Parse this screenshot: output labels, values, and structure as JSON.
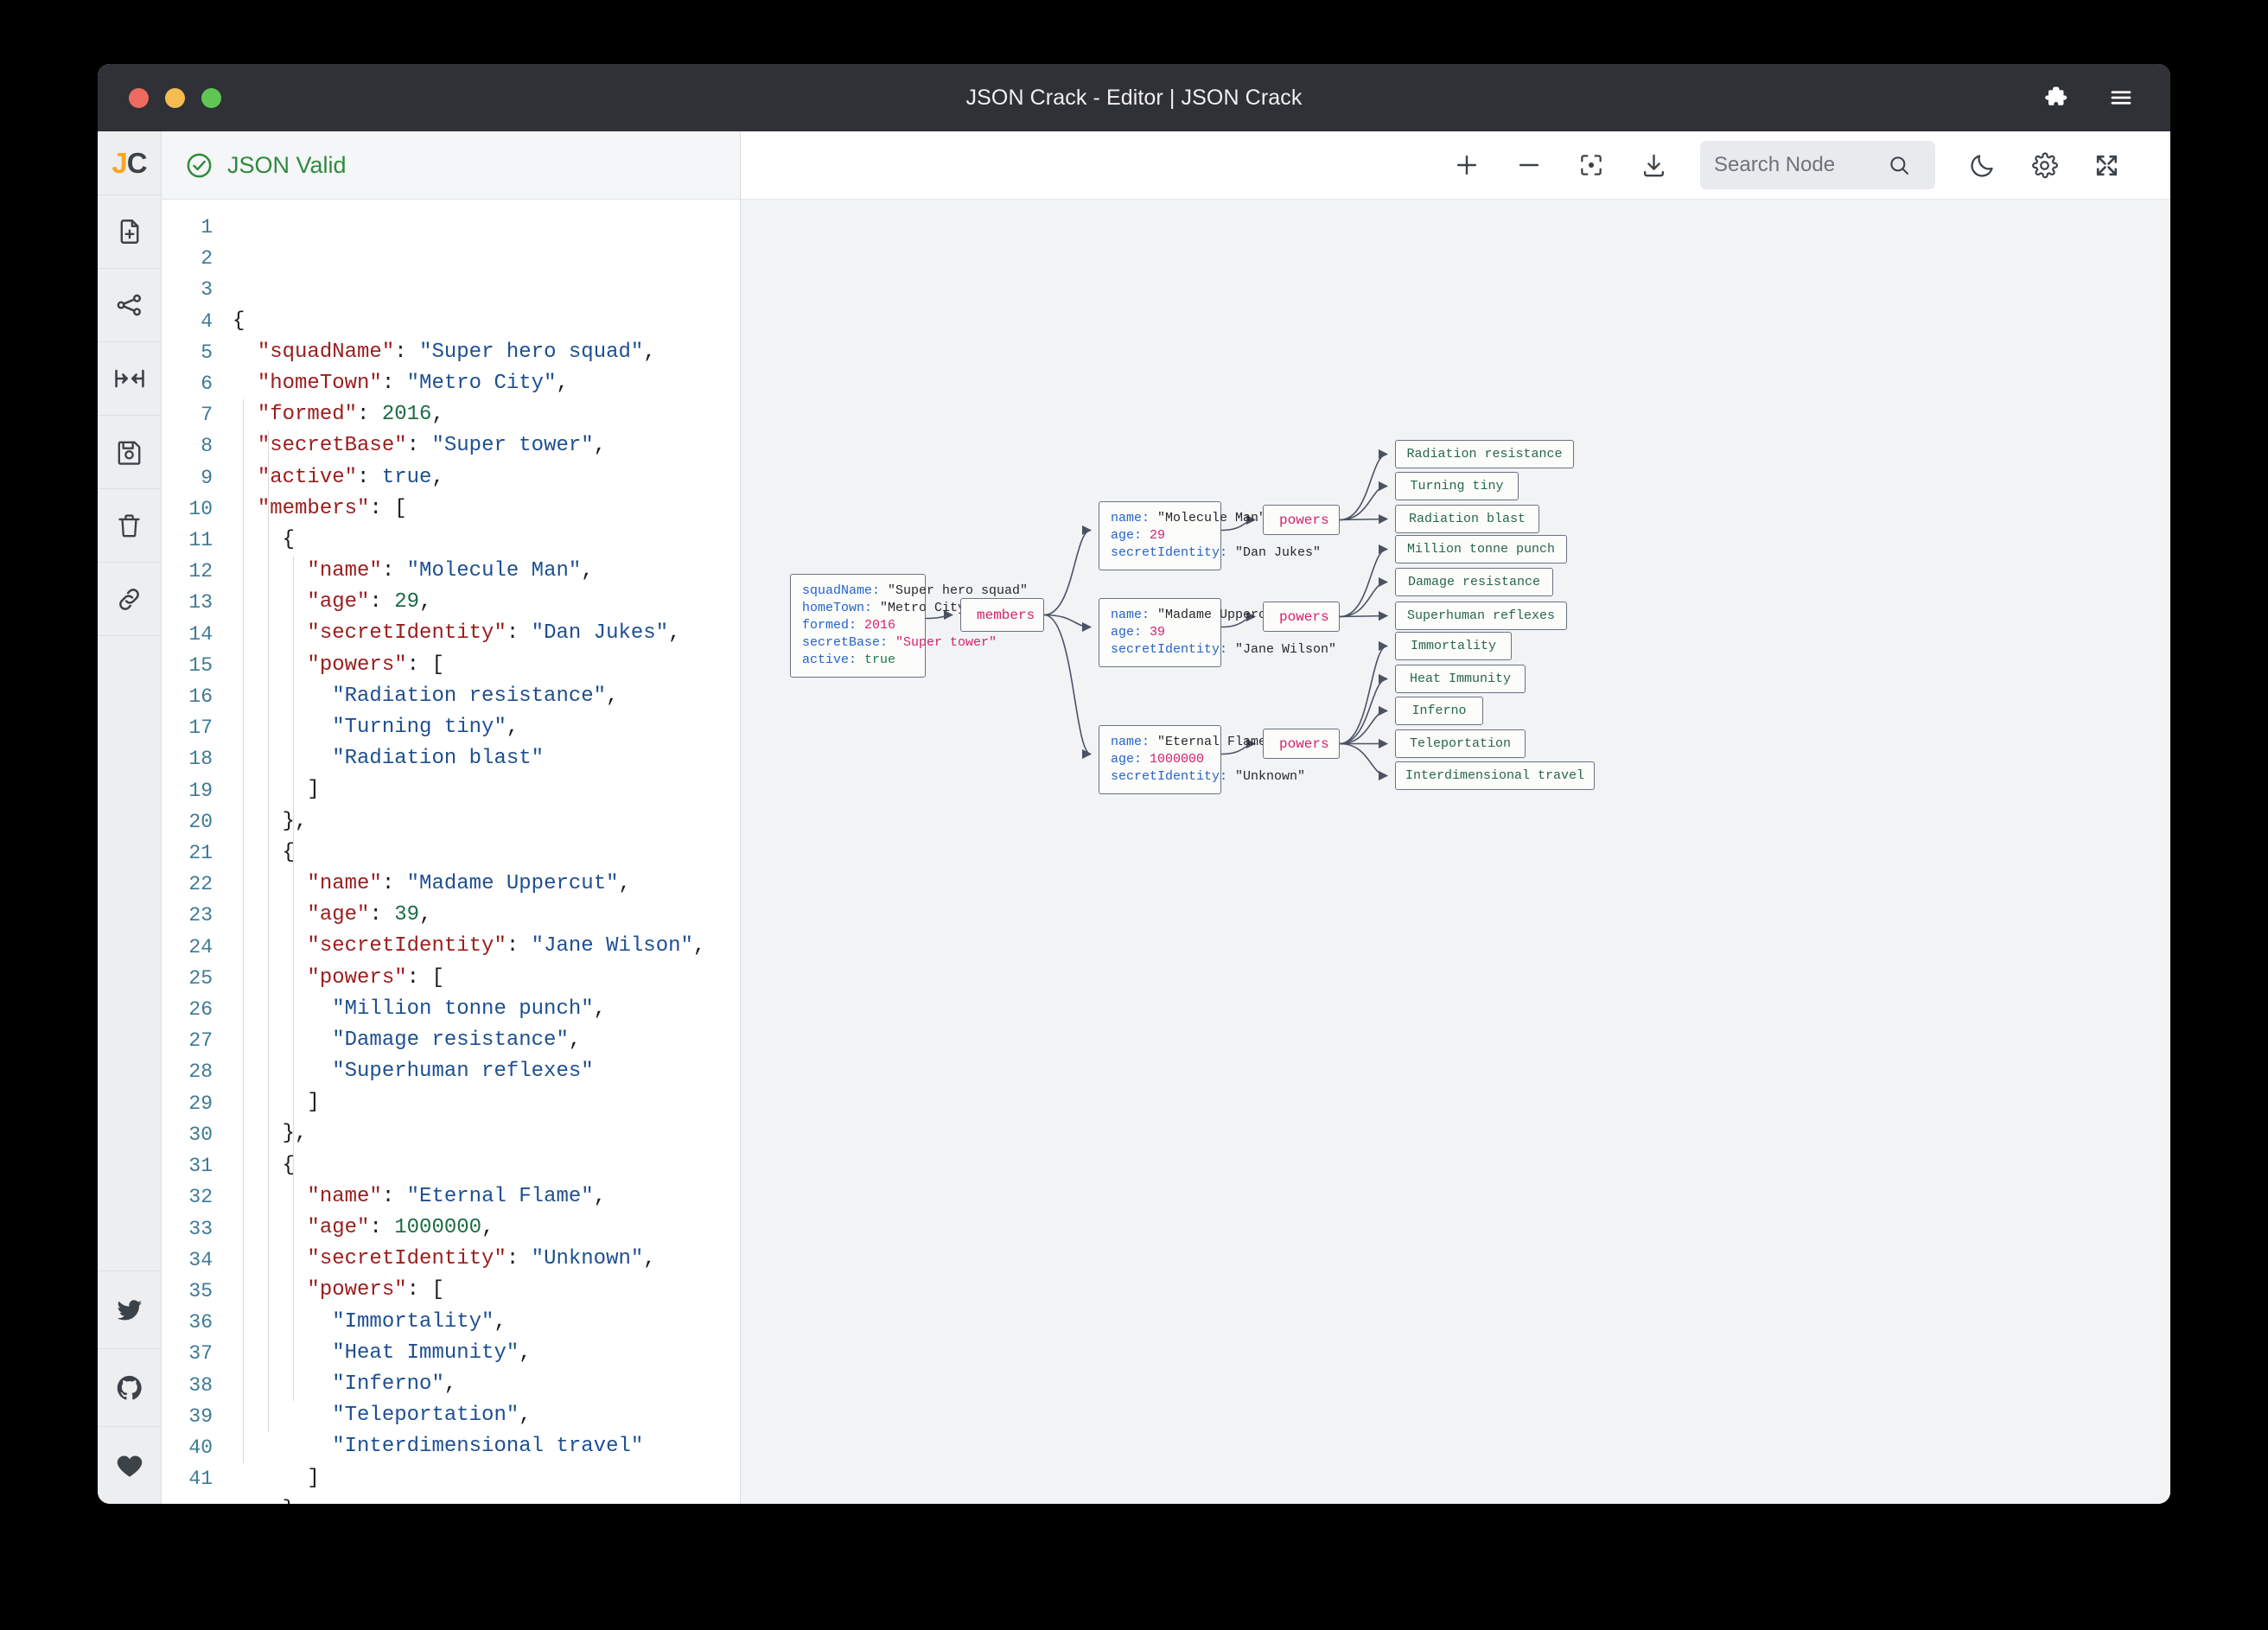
{
  "window": {
    "title": "JSON Crack - Editor | JSON Crack",
    "traffic_lights": [
      "close",
      "minimize",
      "maximize"
    ],
    "right_icons": [
      "puzzle-icon",
      "hamburger-menu-icon"
    ]
  },
  "sidebar": {
    "logo": {
      "j": "J",
      "c": "C"
    },
    "items": [
      {
        "name": "new-file-icon",
        "label": "New File"
      },
      {
        "name": "share-graph-icon",
        "label": "Share"
      },
      {
        "name": "collapse-arrows-icon",
        "label": "Collapse"
      },
      {
        "name": "save-icon",
        "label": "Save"
      },
      {
        "name": "trash-icon",
        "label": "Delete"
      },
      {
        "name": "link-icon",
        "label": "Link"
      }
    ],
    "social": [
      {
        "name": "twitter-icon",
        "label": "Twitter"
      },
      {
        "name": "github-icon",
        "label": "GitHub"
      },
      {
        "name": "heart-icon",
        "label": "Support"
      }
    ]
  },
  "editor": {
    "status_text": "JSON Valid",
    "status_icon": "check-circle-icon",
    "status_color": "#2f8a3e",
    "line_count": 41,
    "lines": [
      {
        "n": 1,
        "tokens": [
          {
            "t": "punc",
            "v": "{"
          }
        ]
      },
      {
        "n": 2,
        "tokens": [
          {
            "t": "punc",
            "v": "  "
          },
          {
            "t": "key",
            "v": "\"squadName\""
          },
          {
            "t": "punc",
            "v": ": "
          },
          {
            "t": "str",
            "v": "\"Super hero squad\""
          },
          {
            "t": "punc",
            "v": ","
          }
        ]
      },
      {
        "n": 3,
        "tokens": [
          {
            "t": "punc",
            "v": "  "
          },
          {
            "t": "key",
            "v": "\"homeTown\""
          },
          {
            "t": "punc",
            "v": ": "
          },
          {
            "t": "str",
            "v": "\"Metro City\""
          },
          {
            "t": "punc",
            "v": ","
          }
        ]
      },
      {
        "n": 4,
        "tokens": [
          {
            "t": "punc",
            "v": "  "
          },
          {
            "t": "key",
            "v": "\"formed\""
          },
          {
            "t": "punc",
            "v": ": "
          },
          {
            "t": "num",
            "v": "2016"
          },
          {
            "t": "punc",
            "v": ","
          }
        ]
      },
      {
        "n": 5,
        "tokens": [
          {
            "t": "punc",
            "v": "  "
          },
          {
            "t": "key",
            "v": "\"secretBase\""
          },
          {
            "t": "punc",
            "v": ": "
          },
          {
            "t": "str",
            "v": "\"Super tower\""
          },
          {
            "t": "punc",
            "v": ","
          }
        ]
      },
      {
        "n": 6,
        "tokens": [
          {
            "t": "punc",
            "v": "  "
          },
          {
            "t": "key",
            "v": "\"active\""
          },
          {
            "t": "punc",
            "v": ": "
          },
          {
            "t": "bool",
            "v": "true"
          },
          {
            "t": "punc",
            "v": ","
          }
        ]
      },
      {
        "n": 7,
        "tokens": [
          {
            "t": "punc",
            "v": "  "
          },
          {
            "t": "key",
            "v": "\"members\""
          },
          {
            "t": "punc",
            "v": ": ["
          }
        ]
      },
      {
        "n": 8,
        "tokens": [
          {
            "t": "punc",
            "v": "    {"
          }
        ]
      },
      {
        "n": 9,
        "tokens": [
          {
            "t": "punc",
            "v": "      "
          },
          {
            "t": "key",
            "v": "\"name\""
          },
          {
            "t": "punc",
            "v": ": "
          },
          {
            "t": "str",
            "v": "\"Molecule Man\""
          },
          {
            "t": "punc",
            "v": ","
          }
        ]
      },
      {
        "n": 10,
        "tokens": [
          {
            "t": "punc",
            "v": "      "
          },
          {
            "t": "key",
            "v": "\"age\""
          },
          {
            "t": "punc",
            "v": ": "
          },
          {
            "t": "num",
            "v": "29"
          },
          {
            "t": "punc",
            "v": ","
          }
        ]
      },
      {
        "n": 11,
        "tokens": [
          {
            "t": "punc",
            "v": "      "
          },
          {
            "t": "key",
            "v": "\"secretIdentity\""
          },
          {
            "t": "punc",
            "v": ": "
          },
          {
            "t": "str",
            "v": "\"Dan Jukes\""
          },
          {
            "t": "punc",
            "v": ","
          }
        ]
      },
      {
        "n": 12,
        "tokens": [
          {
            "t": "punc",
            "v": "      "
          },
          {
            "t": "key",
            "v": "\"powers\""
          },
          {
            "t": "punc",
            "v": ": ["
          }
        ]
      },
      {
        "n": 13,
        "tokens": [
          {
            "t": "punc",
            "v": "        "
          },
          {
            "t": "str",
            "v": "\"Radiation resistance\""
          },
          {
            "t": "punc",
            "v": ","
          }
        ]
      },
      {
        "n": 14,
        "tokens": [
          {
            "t": "punc",
            "v": "        "
          },
          {
            "t": "str",
            "v": "\"Turning tiny\""
          },
          {
            "t": "punc",
            "v": ","
          }
        ]
      },
      {
        "n": 15,
        "tokens": [
          {
            "t": "punc",
            "v": "        "
          },
          {
            "t": "str",
            "v": "\"Radiation blast\""
          }
        ]
      },
      {
        "n": 16,
        "tokens": [
          {
            "t": "punc",
            "v": "      ]"
          }
        ]
      },
      {
        "n": 17,
        "tokens": [
          {
            "t": "punc",
            "v": "    },"
          }
        ]
      },
      {
        "n": 18,
        "tokens": [
          {
            "t": "punc",
            "v": "    {"
          }
        ]
      },
      {
        "n": 19,
        "tokens": [
          {
            "t": "punc",
            "v": "      "
          },
          {
            "t": "key",
            "v": "\"name\""
          },
          {
            "t": "punc",
            "v": ": "
          },
          {
            "t": "str",
            "v": "\"Madame Uppercut\""
          },
          {
            "t": "punc",
            "v": ","
          }
        ]
      },
      {
        "n": 20,
        "tokens": [
          {
            "t": "punc",
            "v": "      "
          },
          {
            "t": "key",
            "v": "\"age\""
          },
          {
            "t": "punc",
            "v": ": "
          },
          {
            "t": "num",
            "v": "39"
          },
          {
            "t": "punc",
            "v": ","
          }
        ]
      },
      {
        "n": 21,
        "tokens": [
          {
            "t": "punc",
            "v": "      "
          },
          {
            "t": "key",
            "v": "\"secretIdentity\""
          },
          {
            "t": "punc",
            "v": ": "
          },
          {
            "t": "str",
            "v": "\"Jane Wilson\""
          },
          {
            "t": "punc",
            "v": ","
          }
        ]
      },
      {
        "n": 22,
        "tokens": [
          {
            "t": "punc",
            "v": "      "
          },
          {
            "t": "key",
            "v": "\"powers\""
          },
          {
            "t": "punc",
            "v": ": ["
          }
        ]
      },
      {
        "n": 23,
        "tokens": [
          {
            "t": "punc",
            "v": "        "
          },
          {
            "t": "str",
            "v": "\"Million tonne punch\""
          },
          {
            "t": "punc",
            "v": ","
          }
        ]
      },
      {
        "n": 24,
        "tokens": [
          {
            "t": "punc",
            "v": "        "
          },
          {
            "t": "str",
            "v": "\"Damage resistance\""
          },
          {
            "t": "punc",
            "v": ","
          }
        ]
      },
      {
        "n": 25,
        "tokens": [
          {
            "t": "punc",
            "v": "        "
          },
          {
            "t": "str",
            "v": "\"Superhuman reflexes\""
          }
        ]
      },
      {
        "n": 26,
        "tokens": [
          {
            "t": "punc",
            "v": "      ]"
          }
        ]
      },
      {
        "n": 27,
        "tokens": [
          {
            "t": "punc",
            "v": "    },"
          }
        ]
      },
      {
        "n": 28,
        "tokens": [
          {
            "t": "punc",
            "v": "    {"
          }
        ]
      },
      {
        "n": 29,
        "tokens": [
          {
            "t": "punc",
            "v": "      "
          },
          {
            "t": "key",
            "v": "\"name\""
          },
          {
            "t": "punc",
            "v": ": "
          },
          {
            "t": "str",
            "v": "\"Eternal Flame\""
          },
          {
            "t": "punc",
            "v": ","
          }
        ]
      },
      {
        "n": 30,
        "tokens": [
          {
            "t": "punc",
            "v": "      "
          },
          {
            "t": "key",
            "v": "\"age\""
          },
          {
            "t": "punc",
            "v": ": "
          },
          {
            "t": "num",
            "v": "1000000"
          },
          {
            "t": "punc",
            "v": ","
          }
        ]
      },
      {
        "n": 31,
        "tokens": [
          {
            "t": "punc",
            "v": "      "
          },
          {
            "t": "key",
            "v": "\"secretIdentity\""
          },
          {
            "t": "punc",
            "v": ": "
          },
          {
            "t": "str",
            "v": "\"Unknown\""
          },
          {
            "t": "punc",
            "v": ","
          }
        ]
      },
      {
        "n": 32,
        "tokens": [
          {
            "t": "punc",
            "v": "      "
          },
          {
            "t": "key",
            "v": "\"powers\""
          },
          {
            "t": "punc",
            "v": ": ["
          }
        ]
      },
      {
        "n": 33,
        "tokens": [
          {
            "t": "punc",
            "v": "        "
          },
          {
            "t": "str",
            "v": "\"Immortality\""
          },
          {
            "t": "punc",
            "v": ","
          }
        ]
      },
      {
        "n": 34,
        "tokens": [
          {
            "t": "punc",
            "v": "        "
          },
          {
            "t": "str",
            "v": "\"Heat Immunity\""
          },
          {
            "t": "punc",
            "v": ","
          }
        ]
      },
      {
        "n": 35,
        "tokens": [
          {
            "t": "punc",
            "v": "        "
          },
          {
            "t": "str",
            "v": "\"Inferno\""
          },
          {
            "t": "punc",
            "v": ","
          }
        ]
      },
      {
        "n": 36,
        "tokens": [
          {
            "t": "punc",
            "v": "        "
          },
          {
            "t": "str",
            "v": "\"Teleportation\""
          },
          {
            "t": "punc",
            "v": ","
          }
        ]
      },
      {
        "n": 37,
        "tokens": [
          {
            "t": "punc",
            "v": "        "
          },
          {
            "t": "str",
            "v": "\"Interdimensional travel\""
          }
        ]
      },
      {
        "n": 38,
        "tokens": [
          {
            "t": "punc",
            "v": "      ]"
          }
        ]
      },
      {
        "n": 39,
        "tokens": [
          {
            "t": "punc",
            "v": "    }"
          }
        ]
      },
      {
        "n": 40,
        "tokens": [
          {
            "t": "punc",
            "v": "  ]"
          }
        ]
      },
      {
        "n": 41,
        "tokens": [
          {
            "t": "punc",
            "v": "}"
          }
        ]
      }
    ]
  },
  "toolbar": {
    "zoom_in": "zoom-in-icon",
    "zoom_out": "zoom-out-icon",
    "center": "center-view-icon",
    "download": "download-icon",
    "search_placeholder": "Search Node",
    "search_value": "",
    "search_icon": "search-icon",
    "theme": "moon-icon",
    "settings": "gear-icon",
    "fullscreen": "fullscreen-icon"
  },
  "graph": {
    "root": {
      "rows": [
        {
          "key": "squadName",
          "value": "\"Super hero squad\"",
          "type": "str"
        },
        {
          "key": "homeTown",
          "value": "\"Metro City\"",
          "type": "str"
        },
        {
          "key": "formed",
          "value": "2016",
          "type": "num"
        },
        {
          "key": "secretBase",
          "value": "\"Super tower\"",
          "type": "num"
        },
        {
          "key": "active",
          "value": "true",
          "type": "bool"
        }
      ]
    },
    "members_label": "members",
    "members": [
      {
        "rows": [
          {
            "key": "name",
            "value": "\"Molecule Man\"",
            "type": "str"
          },
          {
            "key": "age",
            "value": "29",
            "type": "num"
          },
          {
            "key": "secretIdentity",
            "value": "\"Dan Jukes\"",
            "type": "str"
          }
        ],
        "powers_label": "powers",
        "powers": [
          "Radiation resistance",
          "Turning tiny",
          "Radiation blast"
        ]
      },
      {
        "rows": [
          {
            "key": "name",
            "value": "\"Madame Uppercut\"",
            "type": "str"
          },
          {
            "key": "age",
            "value": "39",
            "type": "num"
          },
          {
            "key": "secretIdentity",
            "value": "\"Jane Wilson\"",
            "type": "str"
          }
        ],
        "powers_label": "powers",
        "powers": [
          "Million tonne punch",
          "Damage resistance",
          "Superhuman reflexes"
        ]
      },
      {
        "rows": [
          {
            "key": "name",
            "value": "\"Eternal Flame\"",
            "type": "str"
          },
          {
            "key": "age",
            "value": "1000000",
            "type": "num"
          },
          {
            "key": "secretIdentity",
            "value": "\"Unknown\"",
            "type": "str"
          }
        ],
        "powers_label": "powers",
        "powers": [
          "Immortality",
          "Heat Immunity",
          "Inferno",
          "Teleportation",
          "Interdimensional travel"
        ]
      }
    ]
  },
  "colors": {
    "titlebar": "#2f3136",
    "valid_green": "#2f8a3e",
    "accent_orange": "#f5a623",
    "node_key": "#2563c9",
    "node_num": "#d6206b",
    "node_leaf": "#276749",
    "canvas_bg": "#f1f3f5"
  }
}
